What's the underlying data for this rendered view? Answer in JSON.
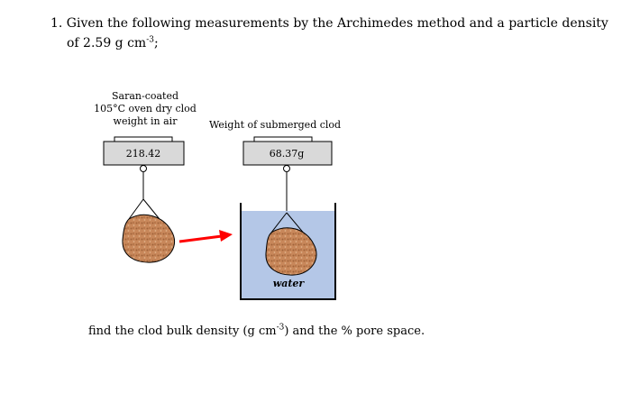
{
  "question": {
    "line1": "1.  Given the following measurements by the Archimedes method and a particle density",
    "line2_prefix": "of 2.59 g cm",
    "line2_sup": "-3",
    "line2_suffix": ";"
  },
  "left_scale": {
    "label_line1": "Saran-coated",
    "label_line2": "105°C oven dry clod",
    "label_line3": "weight in air",
    "reading": "218.42"
  },
  "right_scale": {
    "label": "Weight of submerged clod",
    "reading": "68.37g"
  },
  "water_label": "water",
  "bottom": {
    "prefix": "find the clod bulk density (g cm",
    "sup": "-3",
    "suffix": ") and the % pore space."
  },
  "colors": {
    "scale_fill": "#d9d9d9",
    "water_fill": "#b4c7e7",
    "arrow": "#ff0000",
    "clod": "#c8875a"
  }
}
